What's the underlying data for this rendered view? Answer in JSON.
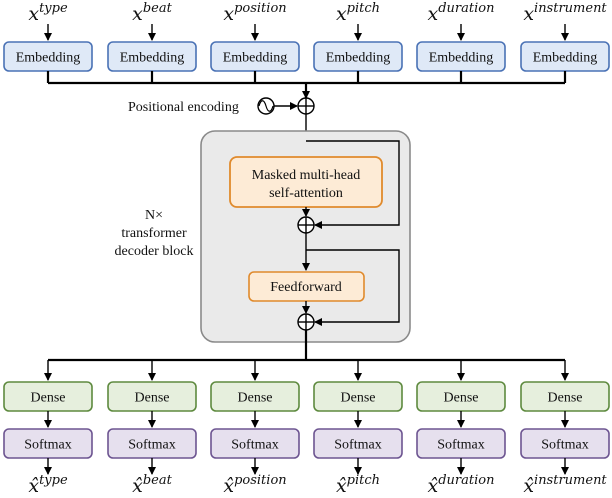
{
  "inputs": [
    {
      "base": "x",
      "sup": "type"
    },
    {
      "base": "x",
      "sup": "beat"
    },
    {
      "base": "x",
      "sup": "position"
    },
    {
      "base": "x",
      "sup": "pitch"
    },
    {
      "base": "x",
      "sup": "duration"
    },
    {
      "base": "x",
      "sup": "instrument"
    }
  ],
  "outputs": [
    {
      "base": "x̂",
      "sup": "type"
    },
    {
      "base": "x̂",
      "sup": "beat"
    },
    {
      "base": "x̂",
      "sup": "position"
    },
    {
      "base": "x̂",
      "sup": "pitch"
    },
    {
      "base": "x̂",
      "sup": "duration"
    },
    {
      "base": "x̂",
      "sup": "instrument"
    }
  ],
  "embedding_label": "Embedding",
  "dense_label": "Dense",
  "softmax_label": "Softmax",
  "positional_encoding_label": "Positional encoding",
  "attention_label_line1": "Masked multi-head",
  "attention_label_line2": "self-attention",
  "feedforward_label": "Feedforward",
  "block_label_line1": "N×",
  "block_label_line2": "transformer",
  "block_label_line3": "decoder block",
  "colors": {
    "embedding_fill": "#dfe9f7",
    "embedding_stroke": "#4a72b5",
    "attention_fill": "#fdebd6",
    "attention_stroke": "#e08a2c",
    "dense_fill": "#e6efdd",
    "dense_stroke": "#5e8a3f",
    "softmax_fill": "#e6e0ee",
    "softmax_stroke": "#6d5591",
    "block_fill": "#eaeaea",
    "block_stroke": "#8a8a8a"
  }
}
